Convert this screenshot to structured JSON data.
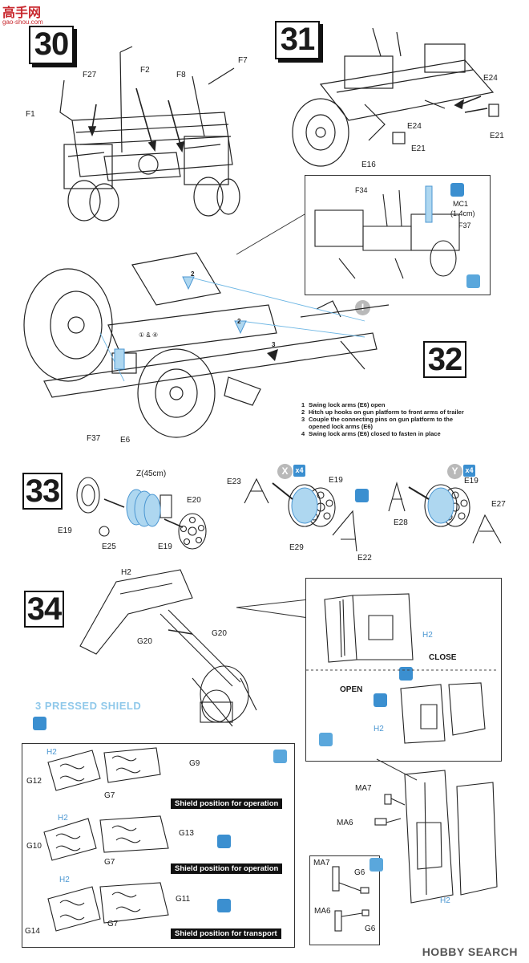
{
  "watermark": {
    "top_logo": "高手网",
    "top_url": "gao-shou.com",
    "bottom": "HOBBY SEARCH"
  },
  "steps": [
    "30",
    "31",
    "32",
    "33",
    "34"
  ],
  "step30": {
    "labels": [
      "F1",
      "F27",
      "F2",
      "F8",
      "F7"
    ]
  },
  "step31": {
    "labels": [
      "E24",
      "E24",
      "E21",
      "E21",
      "E16"
    ]
  },
  "step31_callout": {
    "labels": [
      "F34",
      "MC1",
      "(1.4cm)",
      "F37"
    ]
  },
  "step32": {
    "labels": [
      "F37",
      "E6",
      "2",
      "2",
      "3",
      "① & ④"
    ],
    "badge": "I",
    "instructions": [
      {
        "num": "1",
        "text": "Swing lock arms (E6) open"
      },
      {
        "num": "2",
        "text": "Hitch up hooks on gun platform to front arms of trailer"
      },
      {
        "num": "3",
        "text": "Couple the connecting pins on gun platform to the"
      },
      {
        "num": "",
        "text": "opened lock arms (E6)"
      },
      {
        "num": "4",
        "text": "Swing lock arms (E6) closed to fasten in place"
      }
    ]
  },
  "step33": {
    "labels": [
      "Z(45cm)",
      "E20",
      "E19",
      "E25",
      "E19"
    ],
    "x_labels": [
      "E23",
      "E19",
      "E29",
      "E22"
    ],
    "y_labels": [
      "E19",
      "E28",
      "E27"
    ],
    "x_badge": "X",
    "y_badge": "Y",
    "mult": "x4"
  },
  "step34": {
    "labels": [
      "H2",
      "G20",
      "G20"
    ],
    "pressed_title": "3 PRESSED SHIELD",
    "callout_labels": [
      "H2",
      "CLOSE",
      "OPEN",
      "H2",
      "MA7",
      "MA6",
      "H2"
    ],
    "detail_labels": [
      "MA7",
      "G6",
      "MA6",
      "G6"
    ],
    "shield_rows": [
      {
        "left": [
          "H2",
          "G12"
        ],
        "right": [
          "G9",
          "G7"
        ],
        "caption": "Shield position for operation"
      },
      {
        "left": [
          "H2",
          "G10"
        ],
        "right": [
          "G13",
          "G7"
        ],
        "caption": "Shield position for operation"
      },
      {
        "left": [
          "H2",
          "G14"
        ],
        "right": [
          "G11",
          "G7"
        ],
        "caption": "Shield position for transport"
      }
    ]
  }
}
